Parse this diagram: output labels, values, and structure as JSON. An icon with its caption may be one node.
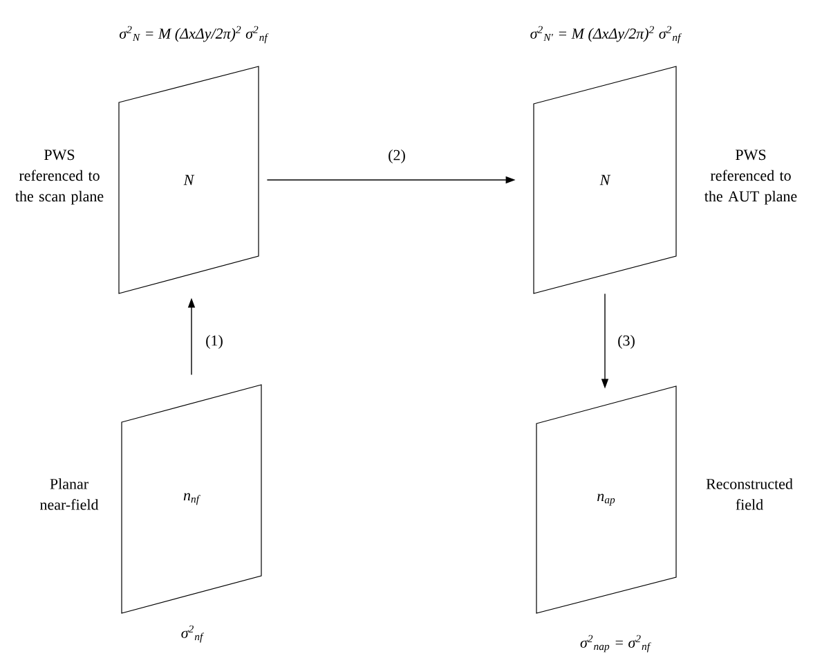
{
  "diagram": {
    "nodes": [
      {
        "text": [
          "N"
        ],
        "beside": [
          "σ$^{2}$$_{N}$ = M (ΔxΔy/2π)$^{2}$ σ$^{2}$$_{nf}$",
          "PWS referenced to the scan plane"
        ]
      },
      {
        "text": [
          "N"
        ],
        "beside": [
          "σ$^{2}$$_{N'}$ = M (ΔxΔy/2π)$^{2}$ σ$^{2}$$_{nf}$",
          "PWS referenced to the AUT plane"
        ]
      },
      {
        "text": [
          "n$_{nf}$"
        ],
        "beside": [
          "Planar near-field",
          "σ$^{2}$$_{nf}$"
        ]
      },
      {
        "text": [
          "n$_{ap}$"
        ],
        "beside": [
          "Reconstructed field",
          "σ$^{2}$$_{nap}$ = σ$^{2}$$_{nf}$"
        ]
      }
    ],
    "edges": [
      {
        "from": 2,
        "to": 0,
        "arrow": "to",
        "label": "(1)"
      },
      {
        "from": 0,
        "to": 1,
        "arrow": "to",
        "label": "(2)"
      },
      {
        "from": 1,
        "to": 3,
        "arrow": "to",
        "label": "(3)"
      }
    ]
  }
}
